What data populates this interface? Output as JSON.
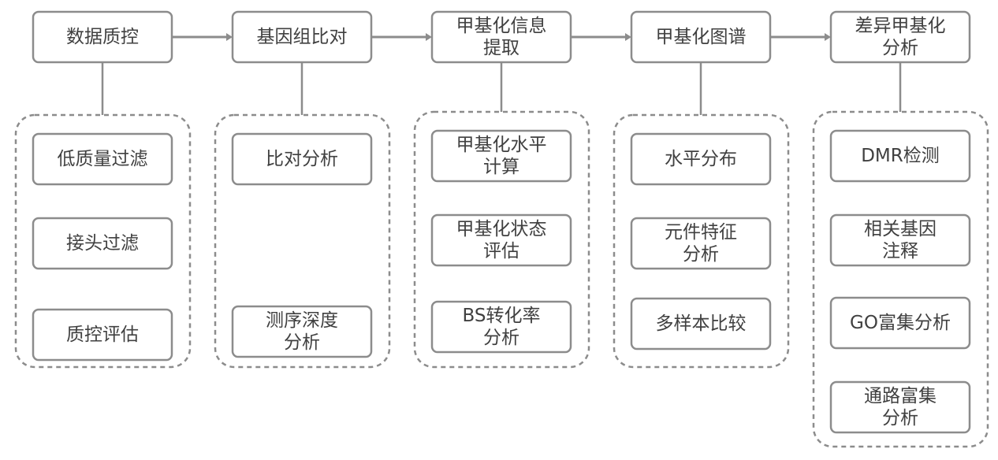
{
  "colors": {
    "stroke": "#8c8c8c",
    "text": "#404040",
    "background": "#ffffff"
  },
  "stages": [
    {
      "title": [
        "数据质控"
      ],
      "items": [
        [
          "低质量过滤"
        ],
        [
          "接头过滤"
        ],
        [
          "质控评估"
        ]
      ]
    },
    {
      "title": [
        "基因组比对"
      ],
      "items": [
        [
          "比对分析"
        ],
        [
          "测序深度",
          "分析"
        ]
      ]
    },
    {
      "title": [
        "甲基化信息",
        "提取"
      ],
      "items": [
        [
          "甲基化水平",
          "计算"
        ],
        [
          "甲基化状态",
          "评估"
        ],
        [
          "BS转化率",
          "分析"
        ]
      ]
    },
    {
      "title": [
        "甲基化图谱"
      ],
      "items": [
        [
          "水平分布"
        ],
        [
          "元件特征",
          "分析"
        ],
        [
          "多样本比较"
        ]
      ]
    },
    {
      "title": [
        "差异甲基化",
        "分析"
      ],
      "items": [
        [
          "DMR检测"
        ],
        [
          "相关基因",
          "注释"
        ],
        [
          "GO富集分析"
        ],
        [
          "通路富集",
          "分析"
        ]
      ]
    }
  ]
}
